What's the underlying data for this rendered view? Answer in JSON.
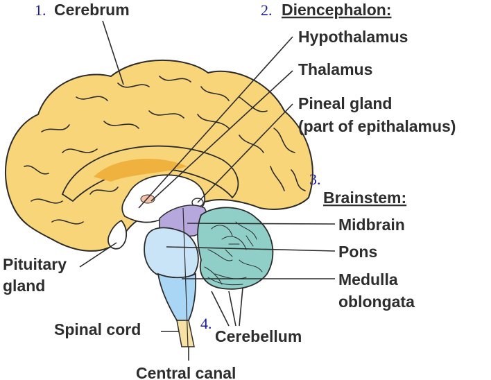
{
  "sections": [
    {
      "number": "1.",
      "label": "Cerebrum"
    },
    {
      "number": "2.",
      "label": "Diencephalon:"
    },
    {
      "number": "3.",
      "label": "Brainstem:"
    },
    {
      "number": "4.",
      "label": "Cerebellum"
    }
  ],
  "diencephalon_parts": [
    "Hypothalamus",
    "Thalamus",
    "Pineal gland",
    "(part of epithalamus)"
  ],
  "brainstem_parts": [
    "Midbrain",
    "Pons",
    "Medulla",
    "oblongata"
  ],
  "other_labels": {
    "pituitary_line1": "Pituitary",
    "pituitary_line2": "gland",
    "spinal_cord": "Spinal cord",
    "central_canal": "Central canal"
  },
  "colors": {
    "cerebrum": "#f9d57a",
    "cerebrum_dark": "#f0b23e",
    "midbrain": "#b6a8dc",
    "pons": "#c9e3f7",
    "medulla": "#a9d6f5",
    "cerebellum": "#8fcfc7",
    "number_blue": "#1a1aa6",
    "outline": "#2b2b2b"
  }
}
